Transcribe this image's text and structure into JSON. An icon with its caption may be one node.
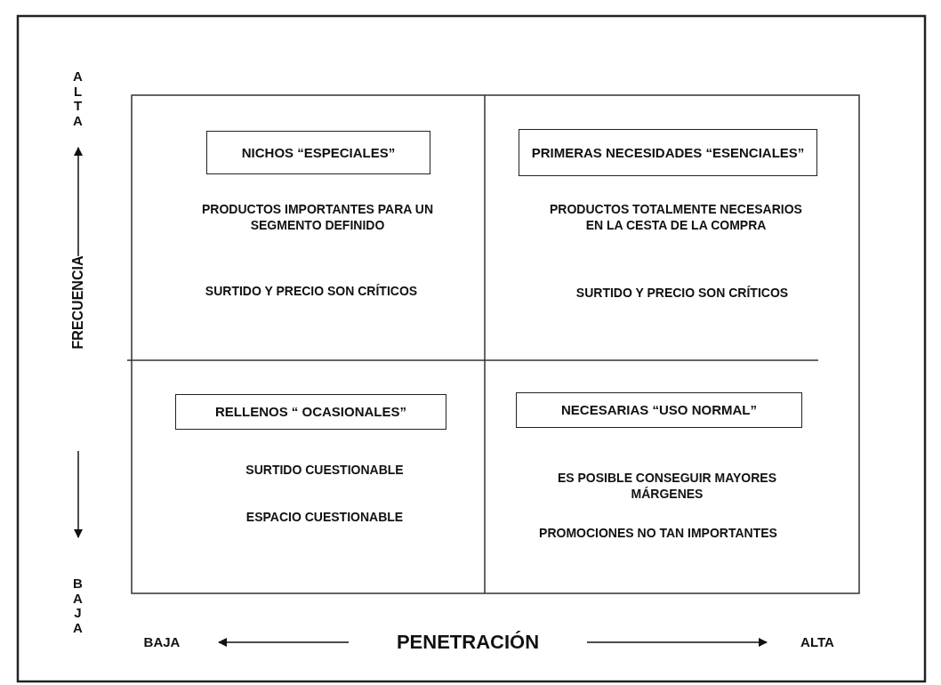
{
  "diagram": {
    "nodes": [
      {
        "text": [
          "NICHOS “ESPECIALES”"
        ]
      },
      {
        "text": [
          "PRIMERAS NECESIDADES “ESENCIALES”"
        ]
      },
      {
        "text": [
          "RELLENOS “ OCASIONALES”"
        ]
      },
      {
        "text": [
          "NECESARIAS “USO NORMAL”"
        ]
      }
    ],
    "edges": [],
    "labels": [
      "ALTA",
      "FRECUENCIA",
      "BAJA",
      "PRODUCTOS IMPORTANTES PARA UN SEGMENTO DEFINIDO",
      "SURTIDO Y PRECIO SON CRÍTICOS",
      "PRODUCTOS TOTALMENTE NECESARIOS EN LA CESTA DE LA COMPRA",
      "SURTIDO Y PRECIO SON CRÍTICOS",
      "SURTIDO CUESTIONABLE",
      "ESPACIO CUESTIONABLE",
      "ES POSIBLE CONSEGUIR MAYORES MÁRGENES",
      "PROMOCIONES NO TAN IMPORTANTES",
      "BAJA",
      "PENETRACIÓN",
      "ALTA"
    ]
  }
}
